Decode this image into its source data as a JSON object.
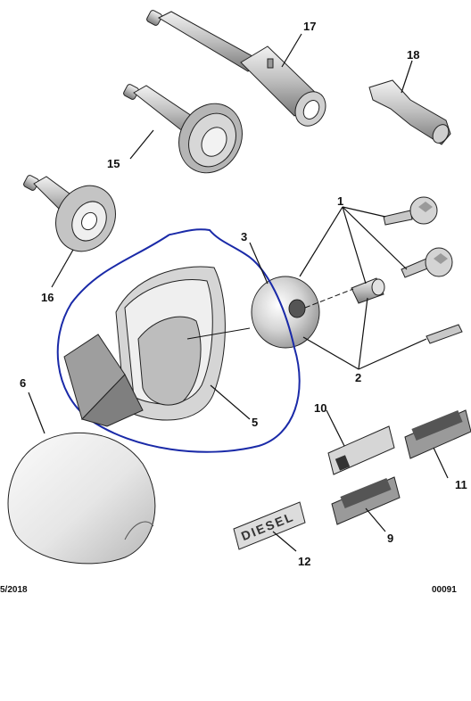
{
  "callouts": {
    "c1": "1",
    "c2": "2",
    "c3": "3",
    "c5": "5",
    "c6": "6",
    "c9": "9",
    "c10": "10",
    "c11": "11",
    "c12": "12",
    "c15": "15",
    "c16": "16",
    "c17": "17",
    "c18": "18"
  },
  "labels": {
    "diesel_sticker_text": "DIESEL"
  },
  "footer": {
    "date": "5/2018",
    "reference": "00091"
  },
  "colors": {
    "circle_highlight": "#1a2aa8",
    "ink": "#111111",
    "part_fill": "#bdbdbd"
  }
}
